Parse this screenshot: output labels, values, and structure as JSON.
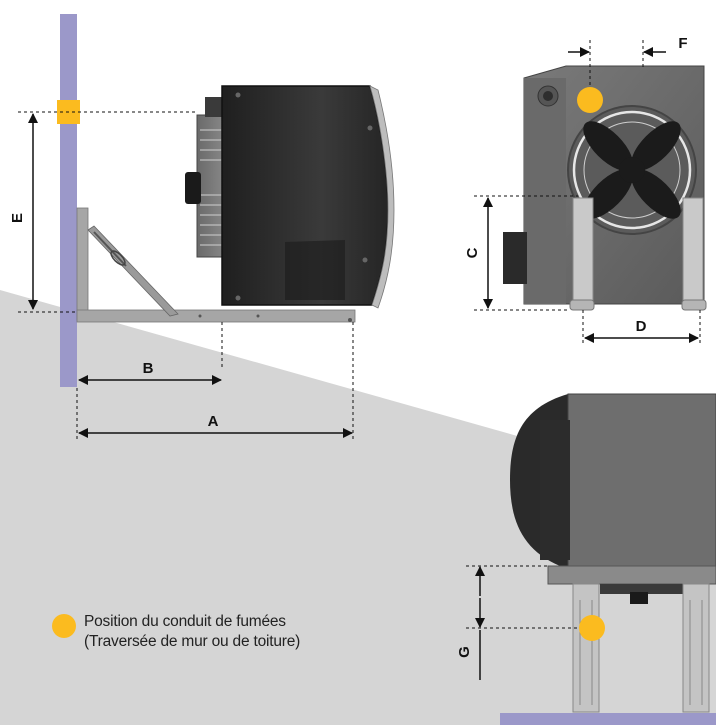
{
  "labels": {
    "A": "A",
    "B": "B",
    "C": "C",
    "D": "D",
    "E": "E",
    "F": "F",
    "G": "G"
  },
  "legend": {
    "line1": "Position du conduit de fumées",
    "line2": "(Traversée de mur ou de toiture)"
  },
  "colors": {
    "flue_marker": "#fbbb1f",
    "wall": "#9b98c9",
    "background_shade": "#d4d4d4",
    "heater_body": "#2b2b2b",
    "bracket": "#a9a9a9"
  }
}
